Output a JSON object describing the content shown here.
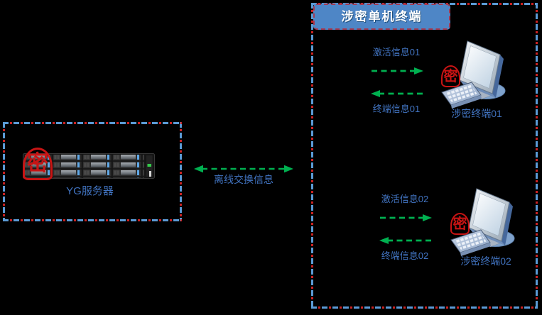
{
  "colors": {
    "background": "#000000",
    "dash_blue": "#5B9BD5",
    "dash_red": "#CC2222",
    "label_blue": "#4173C0",
    "arrow_green": "#00B050",
    "seal_red": "#C81414",
    "title_fill": "#4E86C6"
  },
  "server_group": {
    "name": "YG服务器",
    "seal": "密"
  },
  "exchange": {
    "label": "离线交换信息"
  },
  "terminal_group": {
    "title": "涉密单机终端",
    "terminals": [
      {
        "activate": "激活信息01",
        "feedback": "终端信息01",
        "name": "涉密终端01",
        "seal": "密"
      },
      {
        "activate": "激活信息02",
        "feedback": "终端信息02",
        "name": "涉密终端02",
        "seal": "密"
      }
    ]
  }
}
